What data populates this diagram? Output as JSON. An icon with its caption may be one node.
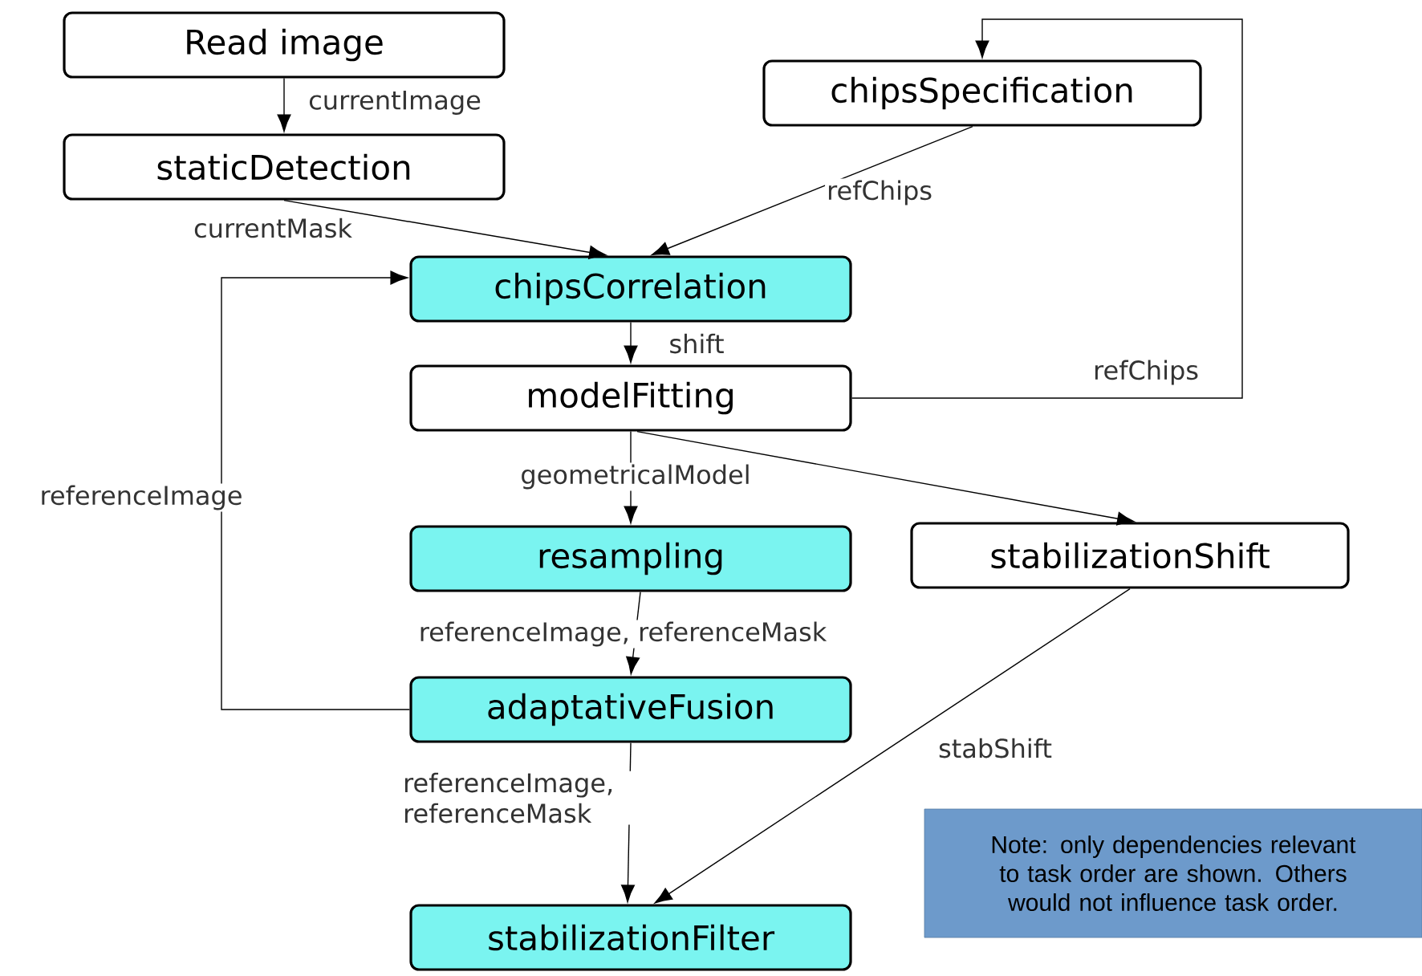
{
  "diagram": {
    "nodes": [
      {
        "text": [
          "Read image"
        ]
      },
      {
        "text": [
          "chipsSpecification"
        ]
      },
      {
        "text": [
          "staticDetection"
        ]
      },
      {
        "text": [
          "chipsCorrelation"
        ]
      },
      {
        "text": [
          "modelFitting"
        ]
      },
      {
        "text": [
          "resampling"
        ]
      },
      {
        "text": [
          "stabilizationShift"
        ]
      },
      {
        "text": [
          "adaptativeFusion"
        ]
      },
      {
        "text": [
          "stabilizationFilter"
        ]
      },
      {
        "text": [
          "Note: only dependencies relevant to task order are shown. Others would not influence task order."
        ]
      }
    ],
    "edges": [
      {
        "from": 0,
        "to": 2,
        "arrow": "to",
        "label": "currentImage"
      },
      {
        "from": 2,
        "to": 3,
        "arrow": "to",
        "label": "currentMask"
      },
      {
        "from": 1,
        "to": 3,
        "arrow": "to",
        "label": "refChips"
      },
      {
        "from": 3,
        "to": 4,
        "arrow": "to",
        "label": "shift"
      },
      {
        "from": 4,
        "to": 1,
        "arrow": "to",
        "label": "refChips"
      },
      {
        "from": 7,
        "to": 3,
        "arrow": "to",
        "label": "referenceImage"
      },
      {
        "from": 4,
        "to": 5,
        "arrow": "to",
        "label": "geometricalModel"
      },
      {
        "from": 4,
        "to": 6,
        "arrow": "to"
      },
      {
        "from": 5,
        "to": 7,
        "arrow": "to",
        "label": "referenceImage, referenceMask"
      },
      {
        "from": 7,
        "to": 8,
        "arrow": "to",
        "label": "referenceImage, referenceMask"
      },
      {
        "from": 6,
        "to": 8,
        "arrow": "to",
        "label": "stabShift"
      }
    ]
  }
}
